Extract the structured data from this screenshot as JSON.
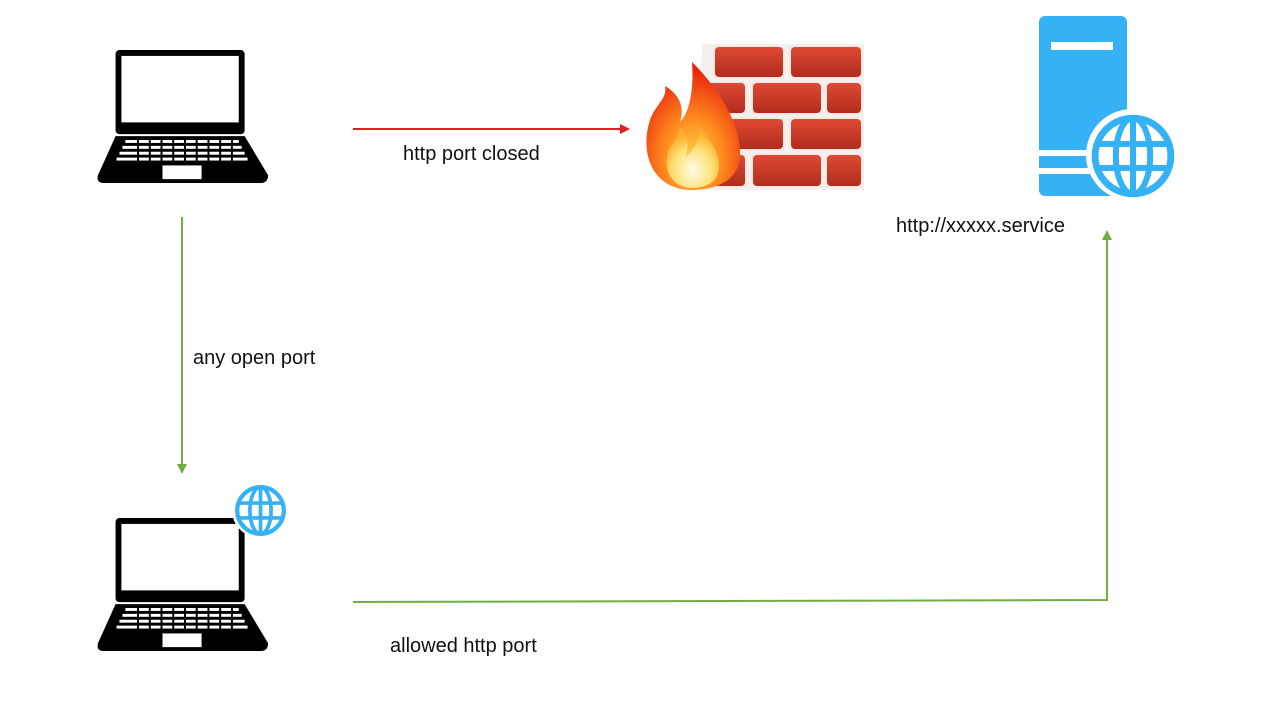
{
  "diagram": {
    "labels": {
      "blocked_edge": "http port closed",
      "server_url": "http://xxxxx.service",
      "open_port_edge": "any open port",
      "allowed_edge": "allowed http port"
    },
    "icons": {
      "client": "laptop-icon",
      "firewall": "firewall-icon",
      "server": "web-server-icon",
      "proxy": "laptop-with-globe-icon"
    },
    "colors": {
      "blocked": "#e02020",
      "allowed": "#70ad47",
      "server_blue": "#35b1f5",
      "laptop_black": "#000000"
    }
  }
}
